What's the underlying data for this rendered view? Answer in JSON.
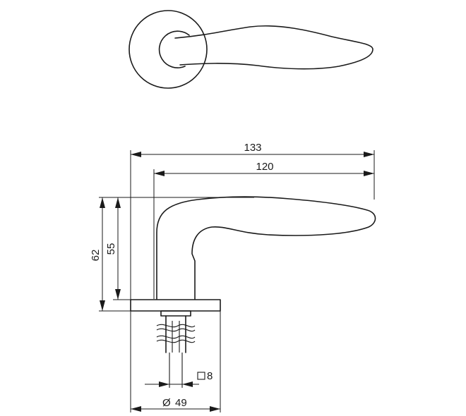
{
  "dimensions": {
    "overall_length": "133",
    "lever_length": "120",
    "rose_height": "62",
    "lever_height": "55",
    "spindle": "8",
    "rose_diameter": "49"
  },
  "symbols": {
    "square": "□",
    "diameter": "Ø"
  },
  "colors": {
    "line": "#1a1a1a",
    "background": "#ffffff"
  }
}
